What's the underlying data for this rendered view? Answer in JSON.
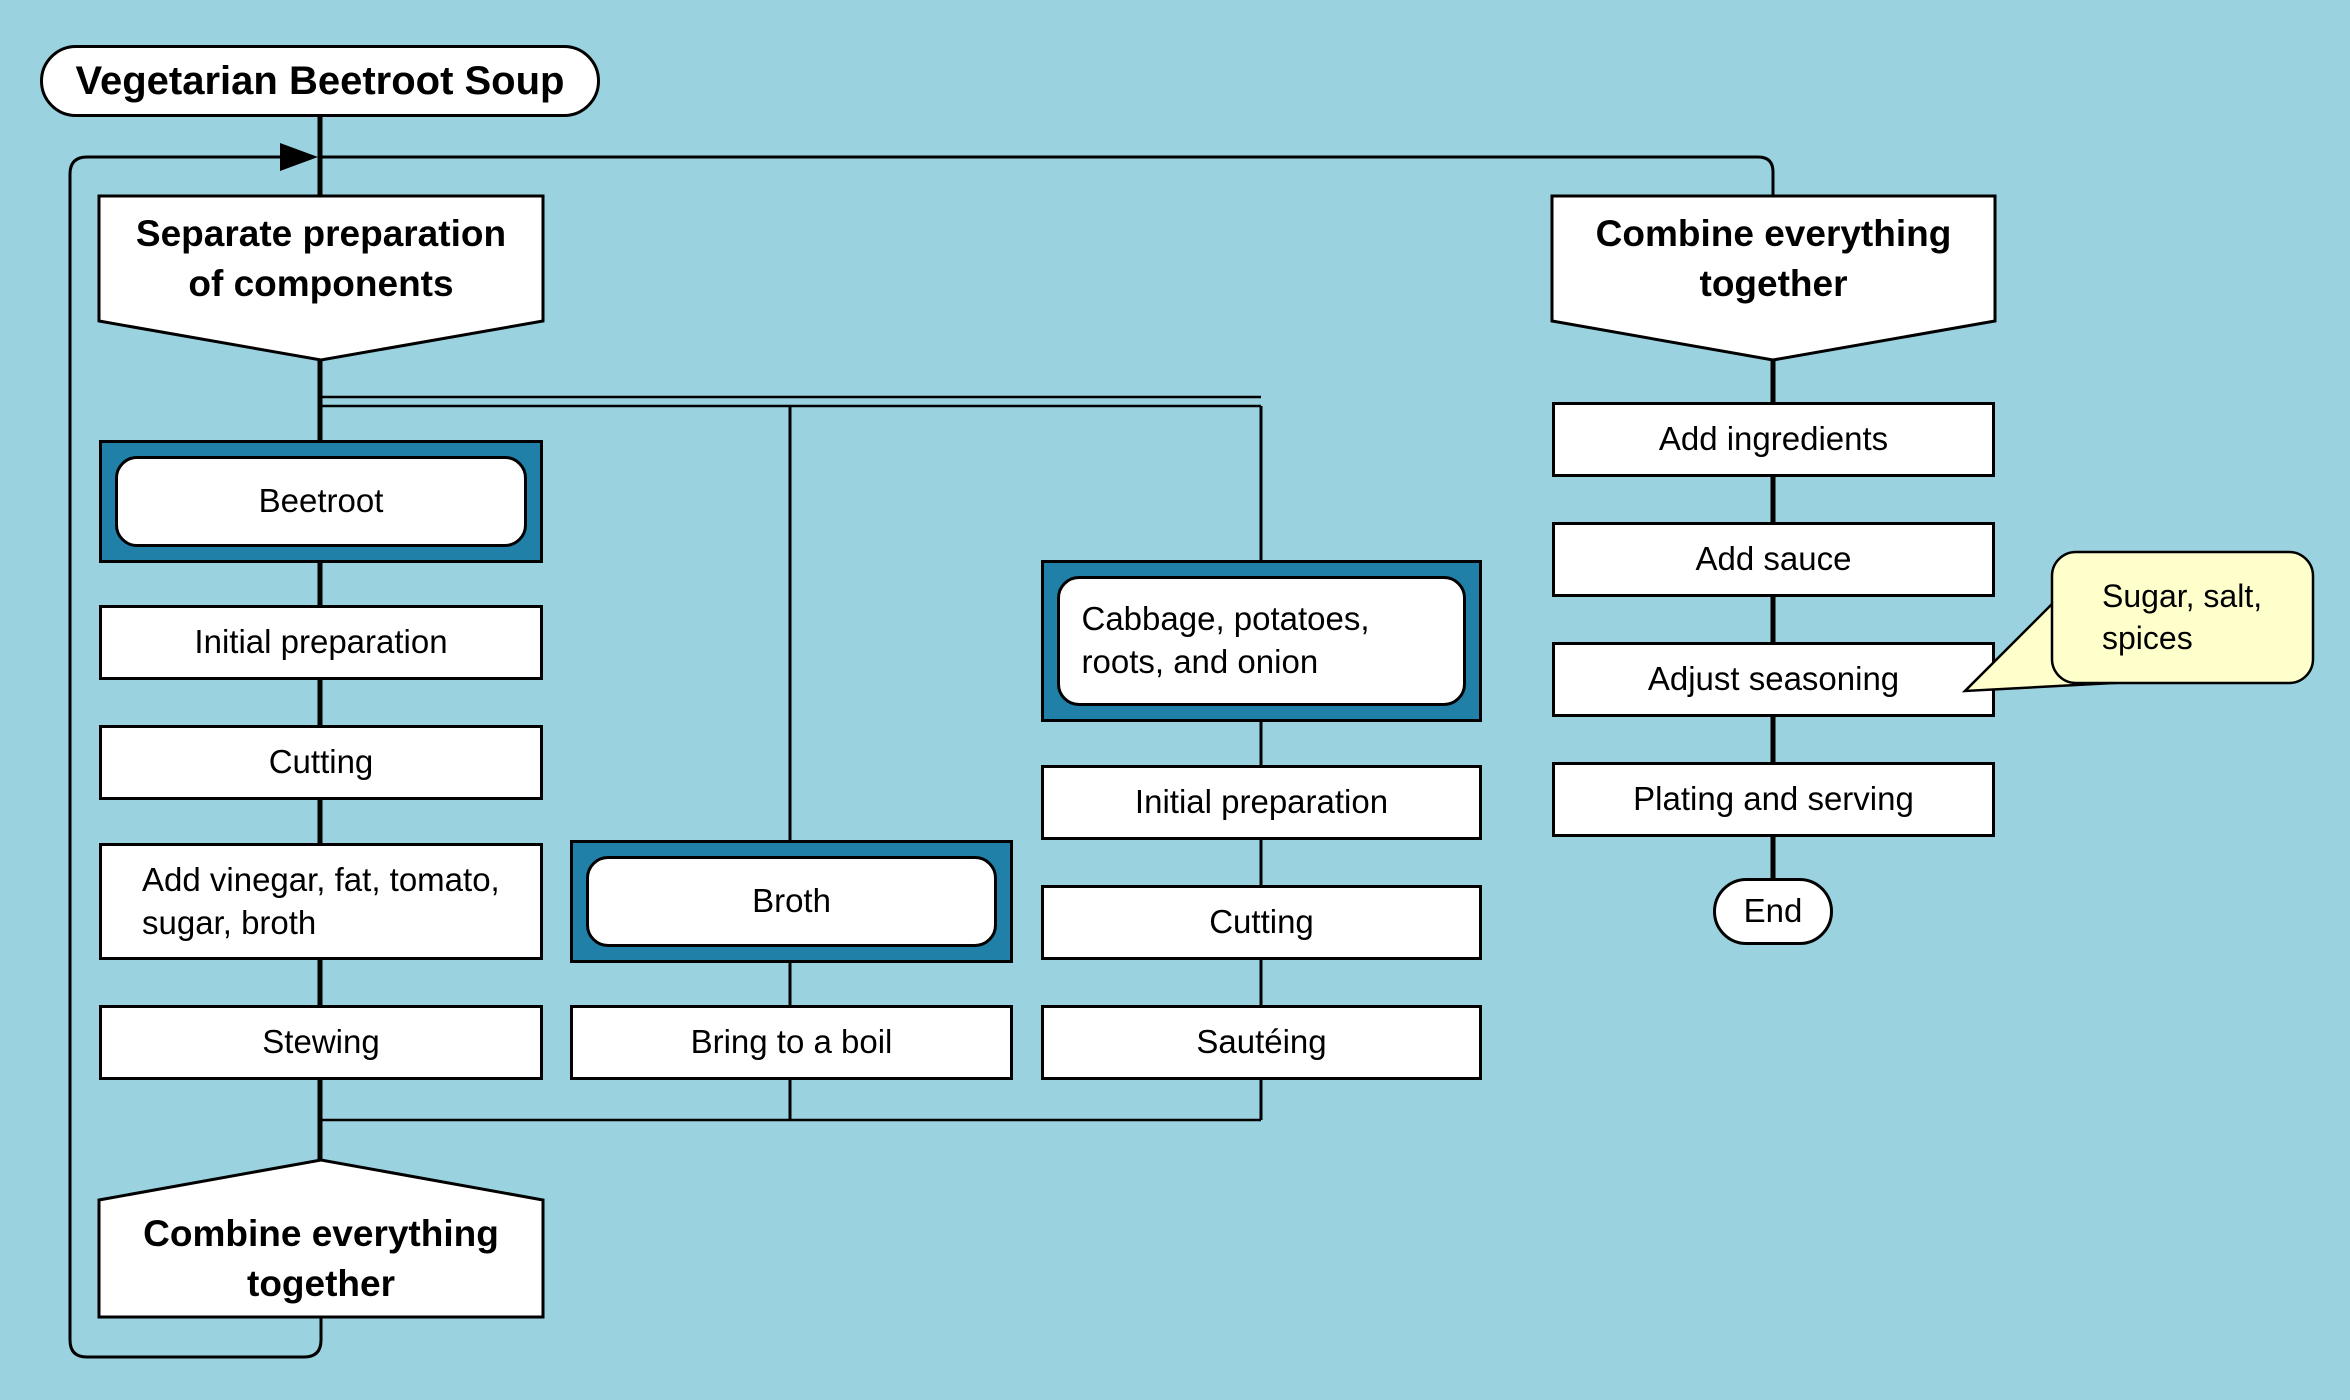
{
  "title": "Vegetarian Beetroot Soup",
  "colors": {
    "background": "#9AD2DF",
    "node_fill": "#FFFFFF",
    "ingredient_accent": "#2080A8",
    "callout_fill": "#FFFFCC",
    "line": "#000000"
  },
  "left_branch": {
    "header": "Separate preparation of components",
    "footer": "Combine everything together",
    "columns": [
      {
        "name": "Beetroot",
        "steps": [
          "Initial preparation",
          "Cutting",
          "Add vinegar, fat, tomato, sugar, broth",
          "Stewing"
        ]
      },
      {
        "name": "Broth",
        "steps": [
          "Bring to a boil"
        ]
      },
      {
        "name": "Cabbage, potatoes, roots, and onion",
        "steps": [
          "Initial preparation",
          "Cutting",
          "Sautéing"
        ]
      }
    ]
  },
  "right_branch": {
    "header": "Combine everything together",
    "steps": [
      "Add ingredients",
      "Add sauce",
      "Adjust seasoning",
      "Plating and serving"
    ],
    "terminator": "End"
  },
  "callout": {
    "text": "Sugar, salt, spices"
  }
}
